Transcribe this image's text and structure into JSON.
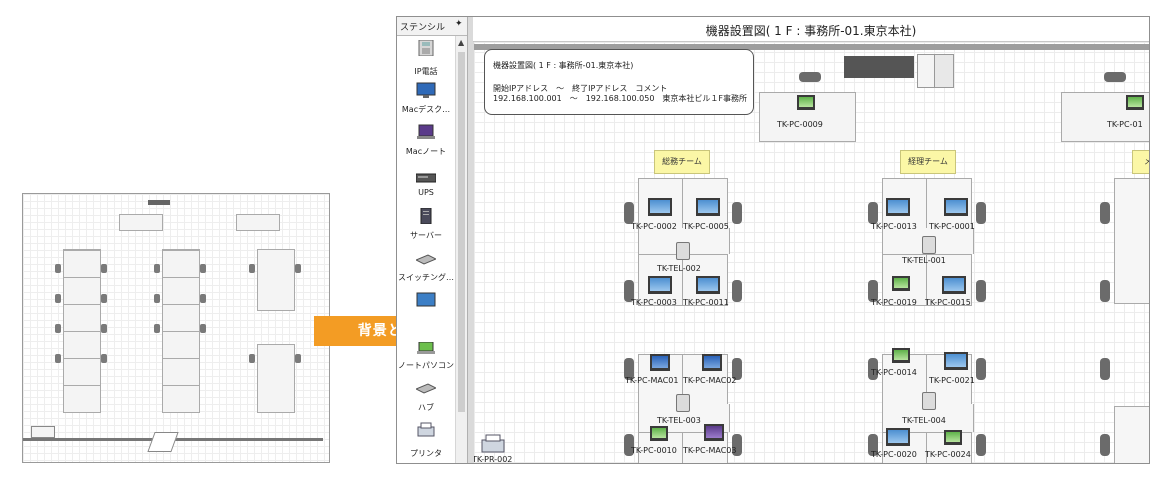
{
  "arrow": {
    "label": "背景として使用",
    "color": "#f39c24"
  },
  "app": {
    "doc_title": "機器設置図( 1 F : 事務所-01.東京本社)",
    "stencil": {
      "title": "ステンシル",
      "pin": "ᵽ",
      "items": [
        {
          "label": "IP電話",
          "icon": "ip-phone-icon"
        },
        {
          "label": "Macデスク…",
          "icon": "mac-desktop-icon"
        },
        {
          "label": "Macノート",
          "icon": "mac-notebook-icon"
        },
        {
          "label": "UPS",
          "icon": "ups-icon"
        },
        {
          "label": "サーバー",
          "icon": "server-icon"
        },
        {
          "label": "スイッチング…",
          "icon": "switching-hub-icon"
        },
        {
          "label": "",
          "icon": "monitor-icon"
        },
        {
          "label": "ノートパソコン",
          "icon": "notebook-pc-icon"
        },
        {
          "label": "ハブ",
          "icon": "hub-icon"
        },
        {
          "label": "プリンタ",
          "icon": "printer-icon"
        }
      ]
    },
    "info": {
      "title": "機器設置図( 1 F : 事務所-01.東京本社)",
      "header": "開始IPアドレス　～　終了IPアドレス　コメント",
      "row": "192.168.100.001　～　192.168.100.050　東京本社ビル１F事務所"
    },
    "teams": [
      "総務チーム",
      "経理チーム",
      "メ"
    ],
    "devices": {
      "pc0009": "TK-PC-0009",
      "pc01x": "TK-PC-01",
      "g1": [
        "TK-PC-0002",
        "TK-PC-0005",
        "TK-TEL-002",
        "TK-PC-0003",
        "TK-PC-0011",
        "TK-PC-MAC01",
        "TK-PC-MAC02",
        "TK-TEL-003",
        "TK-PC-0010",
        "TK-PC-MAC03"
      ],
      "g2": [
        "TK-PC-0013",
        "TK-PC-0001",
        "TK-TEL-001",
        "TK-PC-0019",
        "TK-PC-0015",
        "TK-PC-0014",
        "TK-PC-0021",
        "TK-TEL-004",
        "TK-PC-0020",
        "TK-PC-0024"
      ],
      "printer": "TK-PR-002"
    }
  }
}
